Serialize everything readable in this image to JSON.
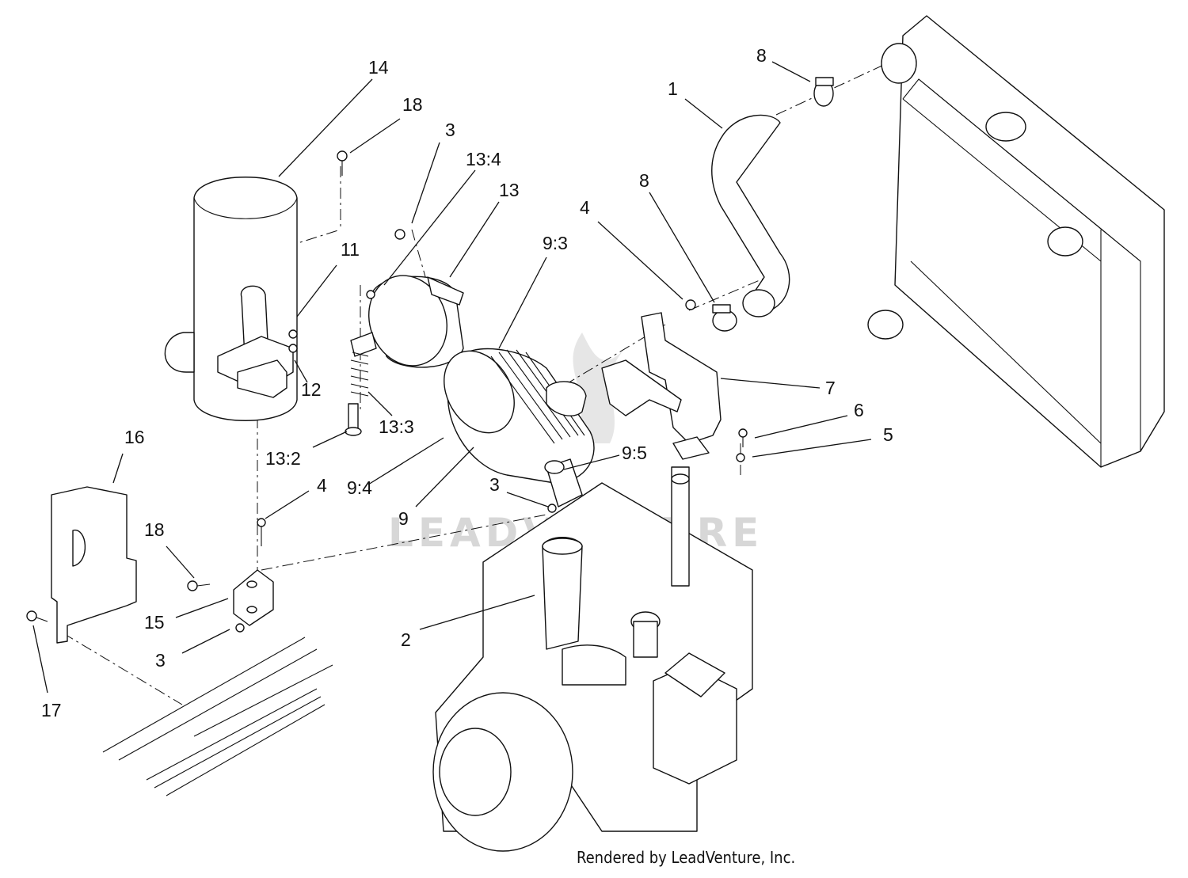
{
  "diagram": {
    "watermark": "LEADVENTURE",
    "credit": "Rendered by LeadVenture, Inc.",
    "callouts": {
      "c1": "1",
      "c2": "2",
      "c3a": "3",
      "c3b": "3",
      "c3c": "3",
      "c4a": "4",
      "c4b": "4",
      "c5": "5",
      "c6": "6",
      "c7": "7",
      "c8a": "8",
      "c8b": "8",
      "c9": "9",
      "c9_3": "9:3",
      "c9_4": "9:4",
      "c9_5": "9:5",
      "c11": "11",
      "c12": "12",
      "c13": "13",
      "c13_2": "13:2",
      "c13_3": "13:3",
      "c13_4": "13:4",
      "c14": "14",
      "c15": "15",
      "c16": "16",
      "c17": "17",
      "c18a": "18",
      "c18b": "18"
    }
  }
}
